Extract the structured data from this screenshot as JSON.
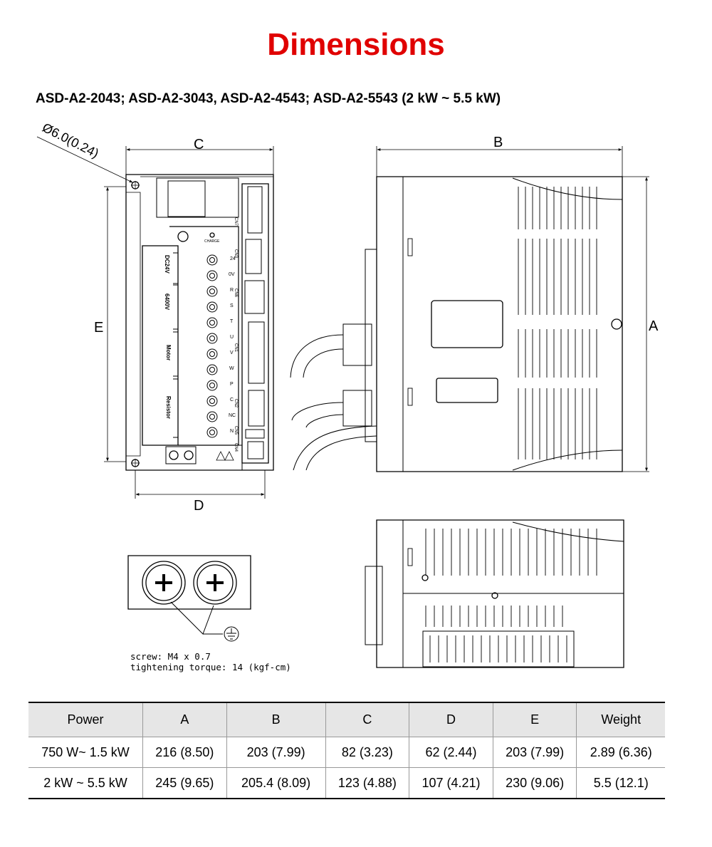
{
  "title": "Dimensions",
  "subtitle": "ASD-A2-2043; ASD-A2-3043, ASD-A2-4543; ASD-A2-5543 (2 kW ~ 5.5 kW)",
  "drawing": {
    "hole_label": "Ø6.0(0.24)",
    "dim_labels": {
      "A": "A",
      "B": "B",
      "C": "C",
      "D": "D",
      "E": "E"
    },
    "front_panel": {
      "terminal_groups": [
        "DC24V",
        "6400V",
        "Motor",
        "Resistor"
      ],
      "terminal_pins": [
        "24",
        "0V",
        "R",
        "S",
        "T",
        "U",
        "V",
        "W",
        "P",
        "C",
        "NC",
        "N"
      ],
      "connectors": [
        "CN7",
        "CN3",
        "CN6",
        "CN1",
        "CN2",
        "CN5",
        "CN4"
      ],
      "charge_label": "CHARGE"
    }
  },
  "screw_note": {
    "line1": "screw: M4 x 0.7",
    "line2": "tightening torque: 14 (kgf-cm)"
  },
  "table": {
    "headers": [
      "Power",
      "A",
      "B",
      "C",
      "D",
      "E",
      "Weight"
    ],
    "rows": [
      [
        "750 W~ 1.5 kW",
        "216 (8.50)",
        "203 (7.99)",
        "82 (3.23)",
        "62 (2.44)",
        "203 (7.99)",
        "2.89 (6.36)"
      ],
      [
        "2 kW ~ 5.5 kW",
        "245 (9.65)",
        "205.4 (8.09)",
        "123 (4.88)",
        "107 (4.21)",
        "230 (9.06)",
        "5.5 (12.1)"
      ]
    ]
  }
}
